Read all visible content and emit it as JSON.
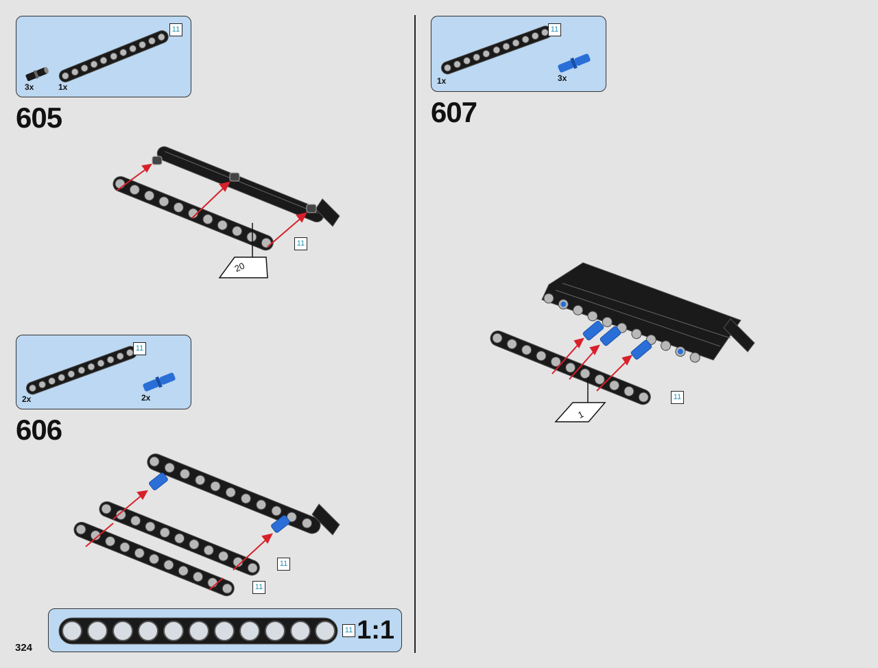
{
  "page_number": "324",
  "steps": [
    {
      "number": "605",
      "parts": [
        {
          "qty": "3x",
          "name": "black-friction-pin"
        },
        {
          "qty": "1x",
          "name": "black-beam-11"
        }
      ],
      "length_tags": [
        "11",
        "11"
      ],
      "callout": "20"
    },
    {
      "number": "606",
      "parts": [
        {
          "qty": "2x",
          "name": "black-beam-11"
        },
        {
          "qty": "2x",
          "name": "blue-axle-pin"
        }
      ],
      "length_tags": [
        "11",
        "11",
        "11"
      ]
    },
    {
      "number": "607",
      "parts": [
        {
          "qty": "1x",
          "name": "black-beam-11"
        },
        {
          "qty": "3x",
          "name": "blue-axle-pin"
        }
      ],
      "length_tags": [
        "11",
        "11"
      ],
      "callout": "1"
    }
  ],
  "scale_reference": {
    "length": "11",
    "label": "1:1",
    "holes": 11
  },
  "colors": {
    "panel": "#bcd8f2",
    "beam": "#1a1a1a",
    "hole": "#b8b8b8",
    "pin_blue": "#2a6fd8",
    "arrow_red": "#d8202a",
    "tag_text": "#1d8fb4"
  }
}
